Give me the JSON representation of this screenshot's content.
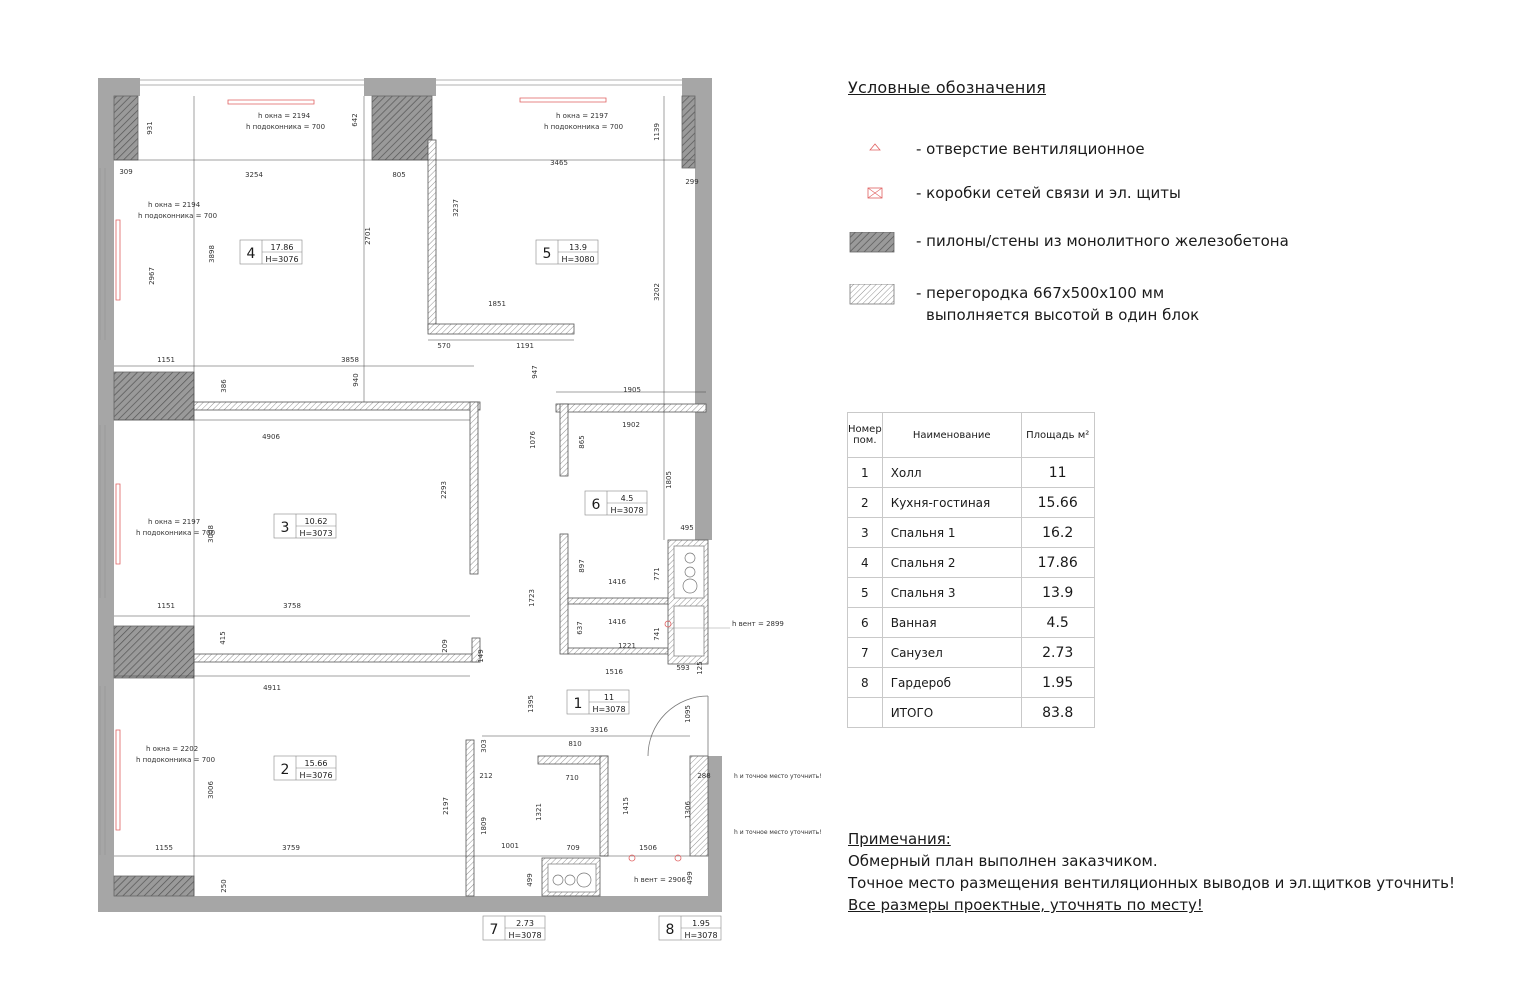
{
  "legend": {
    "title": "Условные обозначения",
    "items": [
      {
        "icon": "vent-triangle-icon",
        "text": "- отверстие вентиляционное"
      },
      {
        "icon": "junction-box-icon",
        "text": "- коробки сетей связи и эл. щиты"
      },
      {
        "icon": "concrete-hatch-icon",
        "text": "- пилоны/стены из монолитного железобетона"
      },
      {
        "icon": "partition-hatch-icon",
        "text": "- перегородка 667х500х100 мм",
        "text2": "выполняется высотой в один блок"
      }
    ]
  },
  "table": {
    "headers": {
      "num": "Номер пом.",
      "name": "Наименование",
      "area": "Площадь м²"
    },
    "rows": [
      {
        "num": "1",
        "name": "Холл",
        "area": "11"
      },
      {
        "num": "2",
        "name": "Кухня-гостиная",
        "area": "15.66"
      },
      {
        "num": "3",
        "name": "Спальня 1",
        "area": "16.2"
      },
      {
        "num": "4",
        "name": "Спальня 2",
        "area": "17.86"
      },
      {
        "num": "5",
        "name": "Спальня 3",
        "area": "13.9"
      },
      {
        "num": "6",
        "name": "Ванная",
        "area": "4.5"
      },
      {
        "num": "7",
        "name": "Санузел",
        "area": "2.73"
      },
      {
        "num": "8",
        "name": "Гардероб",
        "area": "1.95"
      }
    ],
    "total": {
      "name": "ИТОГО",
      "area": "83.8"
    }
  },
  "notes": {
    "title": "Примечания:",
    "lines": [
      "Обмерный план выполнен заказчиком.",
      "Точное место размещения вентиляционных выводов и эл.щитков уточнить!",
      "Все размеры проектные, уточнять по месту!"
    ]
  },
  "plan": {
    "rooms": [
      {
        "num": "4",
        "area": "17.86",
        "h": "H=3076"
      },
      {
        "num": "5",
        "area": "13.9",
        "h": "H=3080"
      },
      {
        "num": "3",
        "area": "10.62",
        "h": "H=3073"
      },
      {
        "num": "6",
        "area": "4.5",
        "h": "H=3078"
      },
      {
        "num": "1",
        "area": "11",
        "h": "H=3078"
      },
      {
        "num": "2",
        "area": "15.66",
        "h": "H=3076"
      },
      {
        "num": "7",
        "area": "2.73",
        "h": "H=3078"
      },
      {
        "num": "8",
        "area": "1.95",
        "h": "H=3078"
      }
    ],
    "windows": [
      {
        "h": "h окна = 2194",
        "sill": "h подоконника = 700"
      },
      {
        "h": "h окна = 2197",
        "sill": "h подоконника = 700"
      },
      {
        "h": "h окна = 2194",
        "sill": "h подоконника = 700"
      },
      {
        "h": "h окна = 2197",
        "sill": "h подоконника = 700"
      },
      {
        "h": "h окна = 2202",
        "sill": "h подоконника = 700"
      }
    ],
    "dims": [
      "931",
      "642",
      "1139",
      "309",
      "3254",
      "805",
      "3465",
      "299",
      "3237",
      "2967",
      "3898",
      "2701",
      "3202",
      "1851",
      "570",
      "1191",
      "1151",
      "3858",
      "386",
      "940",
      "947",
      "1905",
      "4906",
      "1902",
      "1076",
      "865",
      "2293",
      "1805",
      "3008",
      "495",
      "897",
      "771",
      "1723",
      "1416",
      "1151",
      "3758",
      "415",
      "209",
      "149",
      "1416",
      "637",
      "741",
      "1221",
      "4911",
      "1516",
      "593",
      "125",
      "1395",
      "1095",
      "3316",
      "303",
      "810",
      "212",
      "710",
      "288",
      "3006",
      "2197",
      "1809",
      "1321",
      "1415",
      "1306",
      "1155",
      "3759",
      "1001",
      "709",
      "1506",
      "250",
      "499",
      "499"
    ],
    "callouts": {
      "h_vent_1": "h вент = 2899",
      "h_vent_2": "h вент = 2906",
      "spot_1": "h и точное место уточнить!",
      "spot_2": "h и точное место уточнить!"
    }
  }
}
